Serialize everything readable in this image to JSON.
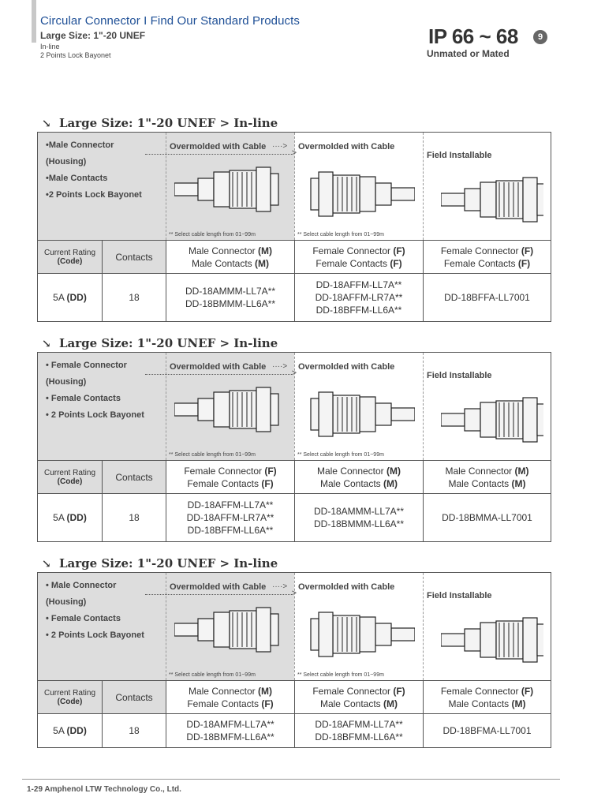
{
  "header": {
    "title": "Circular Connector I Find Our Standard Products",
    "subtitle": "Large Size: 1\"-20 UNEF",
    "line1": "In-line",
    "line2": "2 Points Lock Bayonet",
    "ip_rating": "IP 66 ~ 68",
    "ip_badge": "9",
    "ip_sub": "Unmated or Mated"
  },
  "sections": [
    {
      "title": "Large Size: 1\"-20 UNEF > In-line",
      "desc": [
        "•Male Connector",
        "(Housing)",
        "•Male Contacts",
        "•2 Points Lock Bayonet"
      ],
      "img_cells": [
        {
          "label": "Overmolded with Cable",
          "note": "** Select cable length from 01~99m"
        },
        {
          "label": "Overmolded with Cable",
          "note": "** Select cable length from 01~99m"
        },
        {
          "label": "Field Installable",
          "note": ""
        }
      ],
      "col_headers": {
        "rating": "Current Rating",
        "code": "(Code)",
        "contacts": "Contacts",
        "c1": [
          "Male Connector ",
          "(M)",
          "Male Contacts ",
          "(M)"
        ],
        "c2": [
          "Female Connector ",
          "(F)",
          "Female Contacts ",
          "(F)"
        ],
        "c3": [
          "Female Connector ",
          "(F)",
          "Female Contacts ",
          "(F)"
        ]
      },
      "row": {
        "rating": "5A ",
        "code": "(DD)",
        "contacts": "18",
        "c1": [
          "DD-18AMMM-LL7A**",
          "DD-18BMMM-LL6A**"
        ],
        "c2": [
          "DD-18AFFM-LL7A**",
          "DD-18AFFM-LR7A**",
          "DD-18BFFM-LL6A**"
        ],
        "c3": [
          "DD-18BFFA-LL7001"
        ]
      }
    },
    {
      "title": "Large Size: 1\"-20 UNEF > In-line",
      "desc": [
        "• Female Connector",
        "(Housing)",
        "• Female Contacts",
        "• 2 Points Lock Bayonet"
      ],
      "img_cells": [
        {
          "label": "Overmolded with Cable",
          "note": "** Select cable length from 01~99m"
        },
        {
          "label": "Overmolded with Cable",
          "note": "** Select cable length from 01~99m"
        },
        {
          "label": "Field Installable",
          "note": ""
        }
      ],
      "col_headers": {
        "rating": "Current Rating",
        "code": "(Code)",
        "contacts": "Contacts",
        "c1": [
          "Female Connector ",
          "(F)",
          "Female Contacts ",
          "(F)"
        ],
        "c2": [
          "Male Connector ",
          "(M)",
          "Male Contacts ",
          "(M)"
        ],
        "c3": [
          "Male Connector ",
          "(M)",
          "Male Contacts ",
          "(M)"
        ]
      },
      "row": {
        "rating": "5A ",
        "code": "(DD)",
        "contacts": "18",
        "c1": [
          "DD-18AFFM-LL7A**",
          "DD-18AFFM-LR7A**",
          "DD-18BFFM-LL6A**"
        ],
        "c2": [
          "DD-18AMMM-LL7A**",
          "DD-18BMMM-LL6A**"
        ],
        "c3": [
          "DD-18BMMA-LL7001"
        ]
      }
    },
    {
      "title": "Large Size: 1\"-20 UNEF > In-line",
      "desc": [
        "• Male Connector",
        "(Housing)",
        "• Female Contacts",
        "• 2 Points Lock Bayonet"
      ],
      "img_cells": [
        {
          "label": "Overmolded with Cable",
          "note": "** Select cable length from 01~99m"
        },
        {
          "label": "Overmolded with Cable",
          "note": "** Select cable length from 01~99m"
        },
        {
          "label": "Field Installable",
          "note": ""
        }
      ],
      "col_headers": {
        "rating": "Current Rating",
        "code": "(Code)",
        "contacts": "Contacts",
        "c1": [
          "Male Connector ",
          "(M)",
          "Female Contacts ",
          "(F)"
        ],
        "c2": [
          "Female Connector ",
          "(F)",
          "Male Contacts ",
          "(M)"
        ],
        "c3": [
          "Female Connector ",
          "(F)",
          "Male Contacts ",
          "(M)"
        ]
      },
      "row": {
        "rating": "5A ",
        "code": "(DD)",
        "contacts": "18",
        "c1": [
          "DD-18AMFM-LL7A**",
          "DD-18BMFM-LL6A**"
        ],
        "c2": [
          "DD-18AFMM-LL7A**",
          "DD-18BFMM-LL6A**"
        ],
        "c3": [
          "DD-18BFMA-LL7001"
        ]
      }
    }
  ],
  "footer": {
    "text": "1-29  Amphenol LTW Technology Co., Ltd."
  }
}
